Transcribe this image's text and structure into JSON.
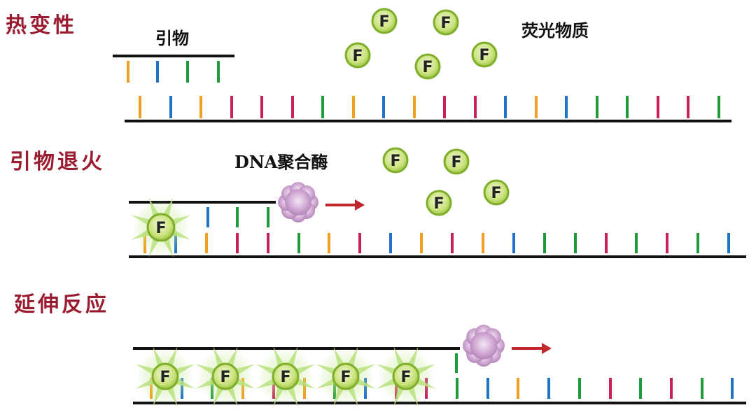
{
  "stages": {
    "denature": "热变性",
    "anneal": "引物退火",
    "extend": "延伸反应"
  },
  "labels": {
    "primer": "引物",
    "fluor": "荧光物质",
    "polymerase": "DNA聚合酶",
    "f_letter": "F"
  },
  "icons": {
    "fluorophore": "fluorophore-icon",
    "polymerase": "polymerase-icon",
    "direction_arrow": "arrow-right-icon"
  },
  "colors": {
    "stage_label": "#9b1b30",
    "strand": "#111111",
    "base_orange": "#f0a020",
    "base_blue": "#1f74c8",
    "base_green": "#1f9a3c",
    "base_pink": "#c8205a",
    "fluor_fill": "#c9e27a",
    "fluor_ring": "#7fae2a",
    "glow": "#b9e27e",
    "polymerase": "#c79ccb",
    "arrow": "#c0282d"
  }
}
